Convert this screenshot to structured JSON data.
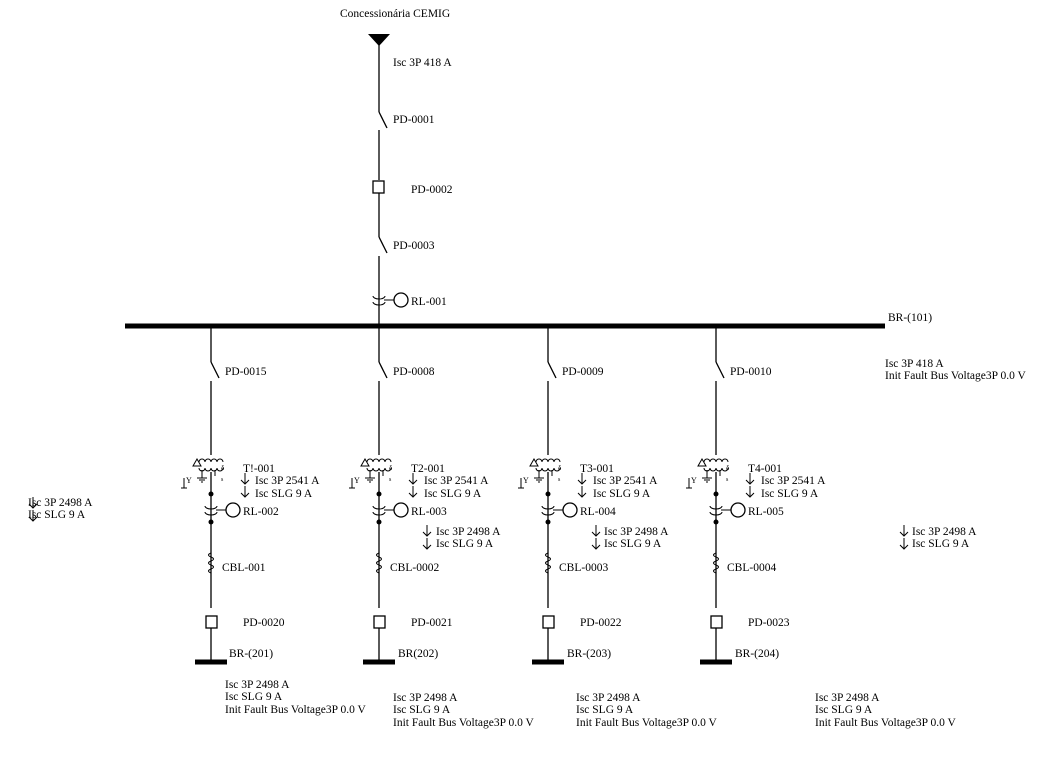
{
  "utility": {
    "label": "Concessionária CEMIG",
    "fault": "Isc 3P 418 A"
  },
  "main_bus": {
    "label": "BR-(101)",
    "fault_lines": [
      "Isc 3P 418 A",
      "Init Fault Bus Voltage3P 0.0 V"
    ]
  },
  "incomer": {
    "devices": [
      {
        "type": "switch",
        "label": "PD-0001"
      },
      {
        "type": "breaker",
        "label": "PD-0002"
      },
      {
        "type": "switch",
        "label": "PD-0003"
      },
      {
        "type": "relay",
        "label": "RL-001"
      }
    ]
  },
  "left_fault": [
    "Isc 3P 2498 A",
    "Isc SLG 9 A"
  ],
  "feeders": [
    {
      "switch": "PD-0015",
      "transformer": "T!-001",
      "tx_fault": [
        "Isc 3P 2541 A",
        "Isc SLG 9 A"
      ],
      "relay": "RL-002",
      "relay_fault": [],
      "cable": "CBL-001",
      "breaker": "PD-0020",
      "bus": "BR-(201)",
      "bus_fault": [
        "Isc 3P 2498 A",
        "Isc SLG 9 A",
        "Init Fault Bus Voltage3P 0.0 V"
      ]
    },
    {
      "switch": "PD-0008",
      "transformer": "T2-001",
      "tx_fault": [
        "Isc 3P 2541 A",
        "Isc SLG 9 A"
      ],
      "relay": "RL-003",
      "relay_fault": [
        "Isc 3P 2498 A",
        "Isc SLG 9 A"
      ],
      "cable": "CBL-0002",
      "breaker": "PD-0021",
      "bus": "BR(202)",
      "bus_fault": [
        "Isc 3P 2498 A",
        "Isc SLG 9 A",
        "Init Fault Bus Voltage3P 0.0 V"
      ]
    },
    {
      "switch": "PD-0009",
      "transformer": "T3-001",
      "tx_fault": [
        "Isc 3P 2541 A",
        "Isc SLG 9 A"
      ],
      "relay": "RL-004",
      "relay_fault": [
        "Isc 3P 2498 A",
        "Isc SLG 9 A"
      ],
      "cable": "CBL-0003",
      "breaker": "PD-0022",
      "bus": "BR-(203)",
      "bus_fault": [
        "Isc 3P 2498 A",
        "Isc SLG 9 A",
        "Init Fault Bus Voltage3P 0.0 V"
      ]
    },
    {
      "switch": "PD-0010",
      "transformer": "T4-001",
      "tx_fault": [
        "Isc 3P 2541 A",
        "Isc SLG 9 A"
      ],
      "relay": "RL-005",
      "relay_fault": [
        "Isc 3P 2498 A",
        "Isc SLG 9 A"
      ],
      "cable": "CBL-0004",
      "breaker": "PD-0023",
      "bus": "BR-(204)",
      "bus_fault": [
        "Isc 3P 2498 A",
        "Isc SLG 9 A",
        "Init Fault Bus Voltage3P 0.0 V"
      ]
    }
  ],
  "colors": {
    "line": "#000000",
    "background": "#ffffff"
  }
}
